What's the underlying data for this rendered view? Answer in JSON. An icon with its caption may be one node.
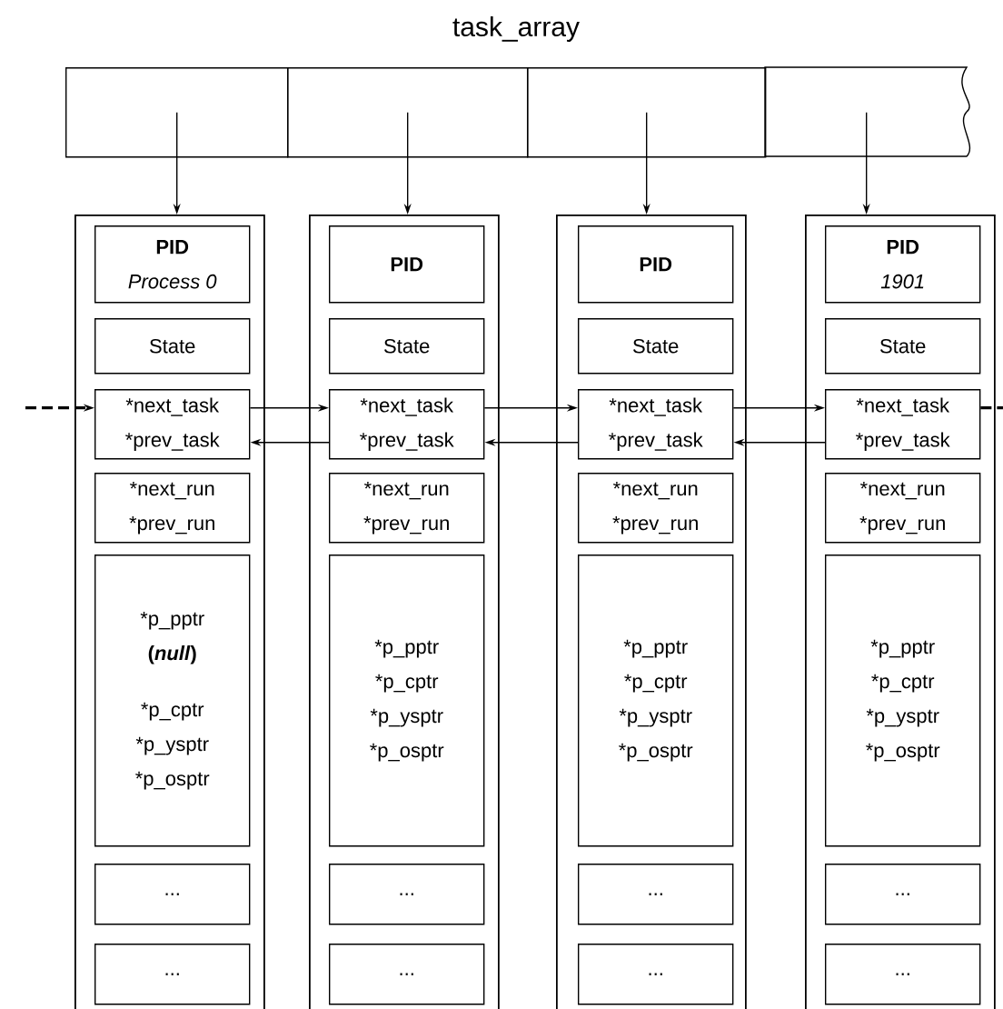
{
  "diagram": {
    "title": "task_array",
    "nodes": [
      {
        "text": [],
        "shape": "box"
      },
      {
        "text": [],
        "shape": "box"
      },
      {
        "text": [],
        "shape": "box"
      },
      {
        "text": [],
        "shape": "box"
      },
      {
        "text": [],
        "shape": "box"
      },
      {
        "text": [
          "PID",
          "Process 0"
        ],
        "in": 4
      },
      {
        "text": [
          "State"
        ],
        "in": 4
      },
      {
        "text": [
          "*next_task",
          "*prev_task"
        ],
        "in": 4
      },
      {
        "text": [
          "*next_run",
          "*prev_run"
        ],
        "in": 4
      },
      {
        "text": [
          "*p_pptr",
          "(*null*)",
          "*p_cptr",
          "*p_ysptr",
          "*p_osptr"
        ],
        "in": 4
      },
      {
        "text": [
          "..."
        ],
        "in": 4
      },
      {
        "text": [
          "..."
        ],
        "in": 4
      },
      {
        "text": [],
        "shape": "box"
      },
      {
        "text": [
          "PID"
        ],
        "in": 12
      },
      {
        "text": [
          "State"
        ],
        "in": 12
      },
      {
        "text": [
          "*next_task",
          "*prev_task"
        ],
        "in": 12
      },
      {
        "text": [
          "*next_run",
          "*prev_run"
        ],
        "in": 12
      },
      {
        "text": [
          "*p_pptr",
          "*p_cptr",
          "*p_ysptr",
          "*p_osptr"
        ],
        "in": 12
      },
      {
        "text": [
          "..."
        ],
        "in": 12
      },
      {
        "text": [
          "..."
        ],
        "in": 12
      },
      {
        "text": [],
        "shape": "box"
      },
      {
        "text": [
          "PID"
        ],
        "in": 20
      },
      {
        "text": [
          "State"
        ],
        "in": 20
      },
      {
        "text": [
          "*next_task",
          "*prev_task"
        ],
        "in": 20
      },
      {
        "text": [
          "*next_run",
          "*prev_run"
        ],
        "in": 20
      },
      {
        "text": [
          "*p_pptr",
          "*p_cptr",
          "*p_ysptr",
          "*p_osptr"
        ],
        "in": 20
      },
      {
        "text": [
          "..."
        ],
        "in": 20
      },
      {
        "text": [
          "..."
        ],
        "in": 20
      },
      {
        "text": [],
        "shape": "box"
      },
      {
        "text": [
          "PID",
          "1901"
        ],
        "in": 28
      },
      {
        "text": [
          "State"
        ],
        "in": 28
      },
      {
        "text": [
          "*next_task",
          "*prev_task"
        ],
        "in": 28
      },
      {
        "text": [
          "*next_run",
          "*prev_run"
        ],
        "in": 28
      },
      {
        "text": [
          "*p_pptr",
          "*p_cptr",
          "*p_ysptr",
          "*p_osptr"
        ],
        "in": 28
      },
      {
        "text": [
          "..."
        ],
        "in": 28
      },
      {
        "text": [
          "..."
        ],
        "in": 28
      }
    ],
    "edges": [
      {
        "from": 0,
        "to": 4,
        "arrow": "to"
      },
      {
        "from": 1,
        "to": 12,
        "arrow": "to"
      },
      {
        "from": 2,
        "to": 20,
        "arrow": "to"
      },
      {
        "from": 3,
        "to": 28,
        "arrow": "to"
      },
      {
        "from": null,
        "to": 7,
        "arrow": "to",
        "style": "dashed"
      },
      {
        "from": 7,
        "to": 15,
        "arrow": "to"
      },
      {
        "from": 15,
        "to": 7,
        "arrow": "to"
      },
      {
        "from": 15,
        "to": 23,
        "arrow": "to"
      },
      {
        "from": 23,
        "to": 15,
        "arrow": "to"
      },
      {
        "from": 23,
        "to": 31,
        "arrow": "to"
      },
      {
        "from": 31,
        "to": 23,
        "arrow": "to"
      },
      {
        "from": 31,
        "to": null,
        "arrow": "none",
        "style": "dashed"
      }
    ]
  }
}
